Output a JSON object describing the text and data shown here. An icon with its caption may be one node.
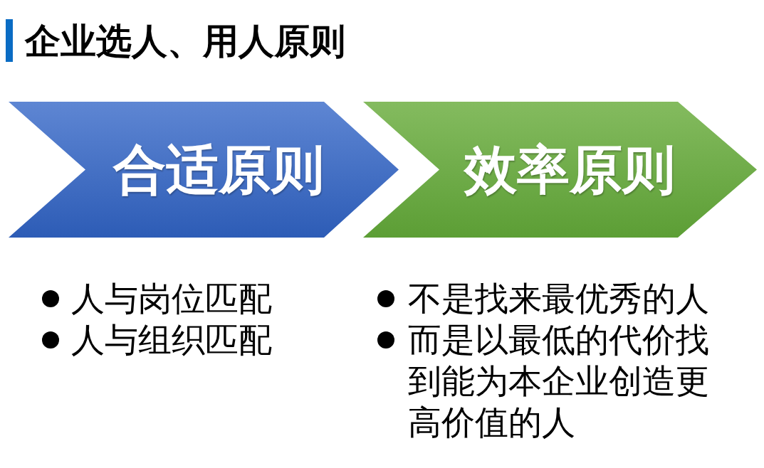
{
  "diagram": {
    "title": "企业选人、用人原则",
    "nodes": [
      {
        "text": [
          "合适原则"
        ],
        "beside": [
          "人与岗位匹配",
          "人与组织匹配"
        ]
      },
      {
        "text": [
          "效率原则"
        ],
        "beside": [
          "不是找来最优秀的人",
          "而是以最低的代价找到能为本企业创造更高价值的人"
        ]
      }
    ]
  }
}
